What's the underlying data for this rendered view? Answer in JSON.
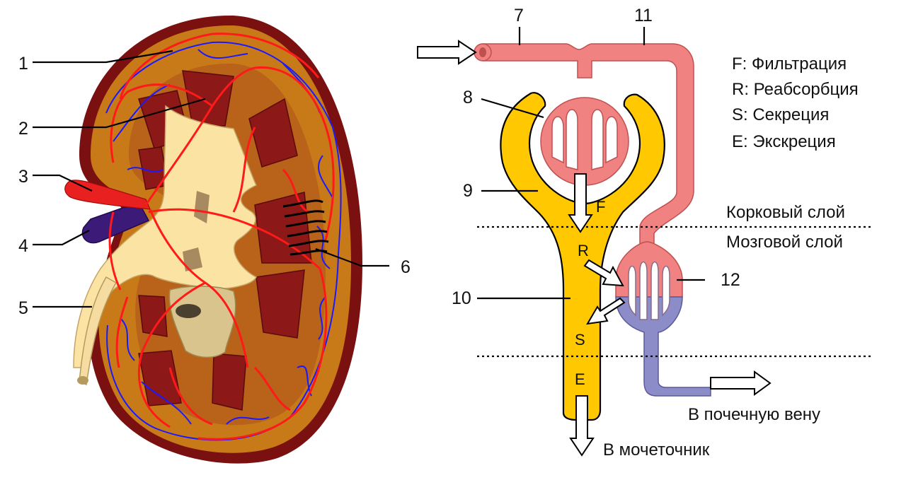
{
  "labels": {
    "n1": "1",
    "n2": "2",
    "n3": "3",
    "n4": "4",
    "n5": "5",
    "n6": "6",
    "n7": "7",
    "n8": "8",
    "n9": "9",
    "n10": "10",
    "n11": "11",
    "n12": "12"
  },
  "legend": [
    "F: Фильтрация",
    "R: Реабсорбция",
    "S: Секреция",
    "E: Экскреция"
  ],
  "zones": {
    "cortex": "Корковый слой",
    "medulla": "Мозговой слой"
  },
  "process_letters": {
    "F": "F",
    "R": "R",
    "S": "S",
    "E": "E"
  },
  "outputs": {
    "vein": "В почечную вену",
    "ureter": "В мочеточник"
  },
  "colors": {
    "capsule": "#7a1010",
    "cortex": "#c87a18",
    "pyramid": "#8c1818",
    "pelvis": "#fbe3a4",
    "artery": "#ff1a1a",
    "vein_vessel": "#1a1aff",
    "renal_vein": "#3c1a78",
    "ureter": "#f6dca0",
    "tubule": "#ffc800",
    "arterial_blood": "#f08282",
    "venous_blood": "#8c8cc8"
  }
}
